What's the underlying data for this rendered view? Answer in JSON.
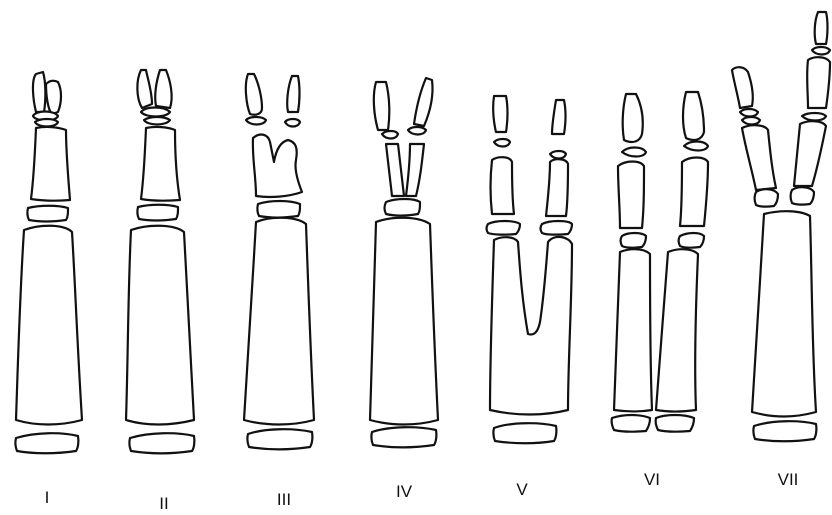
{
  "stages": [
    {
      "label": "I"
    },
    {
      "label": "II"
    },
    {
      "label": "III"
    },
    {
      "label": "IV"
    },
    {
      "label": "V"
    },
    {
      "label": "VI"
    },
    {
      "label": "VII"
    }
  ],
  "colors": {
    "stroke": "#111111",
    "fill": "#ffffff"
  }
}
